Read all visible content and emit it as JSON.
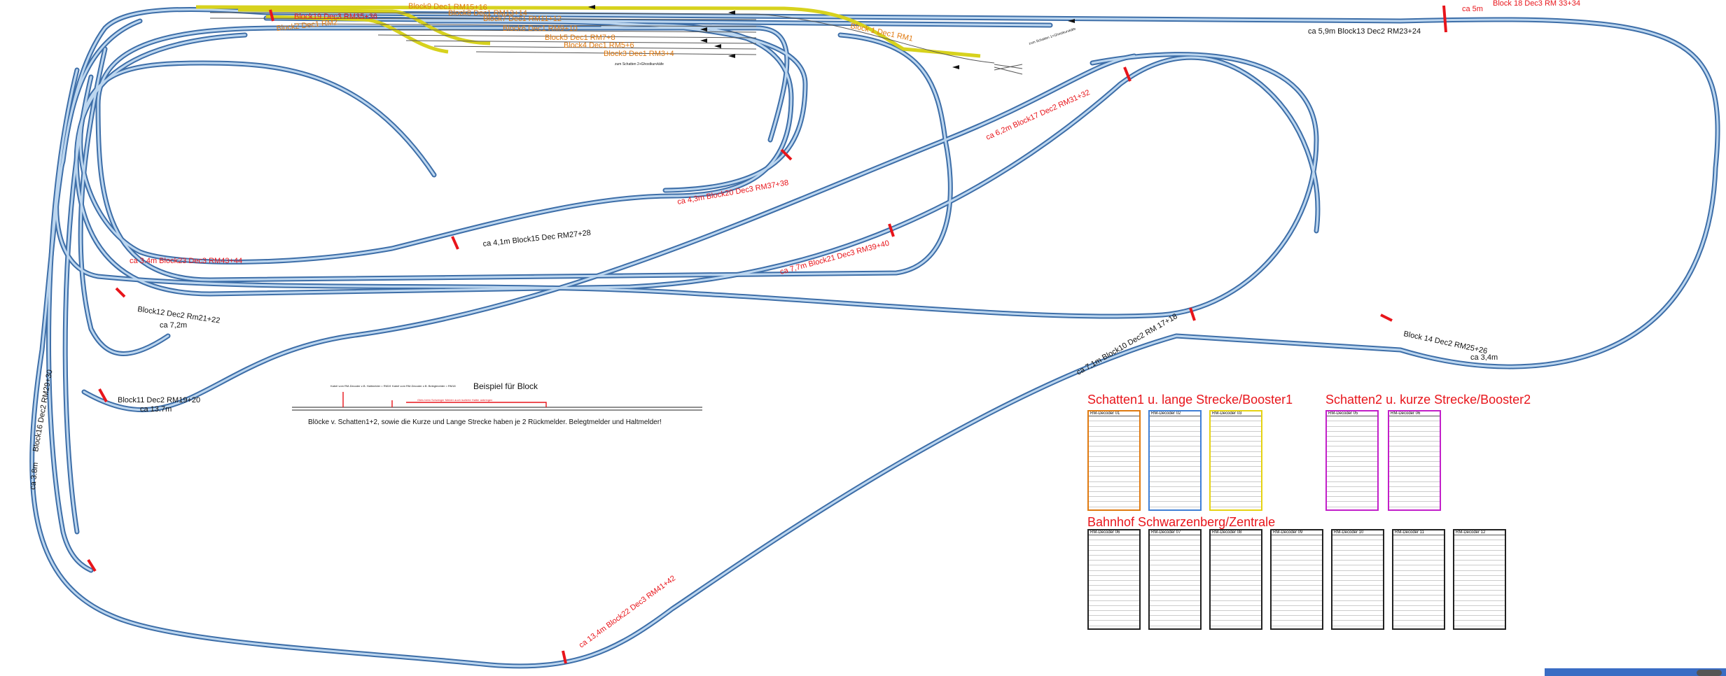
{
  "diagram": {
    "block_labels": [
      {
        "id": "b9",
        "text": "Block9 Dec1 RM15+16"
      },
      {
        "id": "b8",
        "text": "Block8 Dec1 RM13+14"
      },
      {
        "id": "b7",
        "text": "Block7 Dec1 RM11+12"
      },
      {
        "id": "b19",
        "text": "Block19 Dec3 RM35+36"
      },
      {
        "id": "b6",
        "text": "Block6 Dec1 RM9+10"
      },
      {
        "id": "b5",
        "text": "Block5 Dec1 RM7+8"
      },
      {
        "id": "b4",
        "text": "Block4 Dec1 RM5+6"
      },
      {
        "id": "b3",
        "text": "Block3 Dec1 RM3+4"
      },
      {
        "id": "b2",
        "text": "Block2 Dec1 RM2"
      },
      {
        "id": "b1",
        "text": "Block 1 Dec1 RM1"
      },
      {
        "id": "b18",
        "text": "Block 18 Dec3 RM 33+34"
      },
      {
        "id": "b13",
        "text": "ca 5,9m  Block13 Dec2 RM23+24"
      },
      {
        "id": "b17",
        "text": "ca 6,2m  Block17 Dec2 RM31+32"
      },
      {
        "id": "b20",
        "text": "ca 4,3m   Block20 Dec3 RM37+38"
      },
      {
        "id": "b15",
        "text": "ca 4,1m   Block15 Dec RM27+28"
      },
      {
        "id": "b21",
        "text": "ca 7,7m  Block21 Dec3 RM39+40"
      },
      {
        "id": "b23",
        "text": "ca 3.4m   Block23 Dec3 RM43+44"
      },
      {
        "id": "b12",
        "text": "Block12 Dec2 Rm21+22"
      },
      {
        "id": "b12len",
        "text": "ca 7,2m"
      },
      {
        "id": "b11",
        "text": "Block11 Dec2 RM19+20"
      },
      {
        "id": "b11len",
        "text": "ca 13.7m"
      },
      {
        "id": "b16",
        "text": "Block16 Dec2 RM29+30"
      },
      {
        "id": "b16len",
        "text": "ca 3.8m"
      },
      {
        "id": "b14",
        "text": "Block 14 Dec2 RM25+26"
      },
      {
        "id": "b14len",
        "text": "ca 3,4m"
      },
      {
        "id": "b10",
        "text": "ca 7,1m Block10 Dec2 RM 17+18"
      },
      {
        "id": "b22",
        "text": "ca 13,4m   Block22 Dec3 RM41+42"
      },
      {
        "id": "b18len",
        "text": "ca 5m"
      }
    ],
    "small_notes": [
      "zum Schatten 2+Ghostkurvkäfe",
      "zum Schatten 1+Ghostkurvkäfe"
    ],
    "example": {
      "title": "Beispiel für Block",
      "note": "Blöcke v. Schatten1+2, sowie die Kurze und Lange Strecke haben je 2 Rückmelder. Belegtmelder und Haltmelder!",
      "small1": "Kabel vom RM-Decoder\nz.B. Haltmelder = RM19",
      "small2": "Kabel vom RM-Decoder\nz.B. Belegtmelder = RM18",
      "small3": "Gleis beim Schwinger Melder auch isolierte Halter anbringen"
    }
  },
  "section_titles": {
    "schatten1": "Schatten1 u. lange Strecke/Booster1",
    "schatten2": "Schatten2 u. kurze Strecke/Booster2",
    "bahnhof": "Bahnhof Schwarzenberg/Zentrale"
  },
  "tables": [
    {
      "title": "RM-Decoder 01",
      "border": "#e07a10"
    },
    {
      "title": "RM-Decoder 02",
      "border": "#3f7fd6"
    },
    {
      "title": "RM-Decoder 03",
      "border": "#e6d312"
    },
    {
      "title": "RM-Decoder 05",
      "border": "#c21fc9"
    },
    {
      "title": "RM-Decoder 06",
      "border": "#c21fc9"
    },
    {
      "title": "RM-Decoder 06",
      "border": "#222"
    },
    {
      "title": "RM-Decoder 07",
      "border": "#222"
    },
    {
      "title": "RM-Decoder 08",
      "border": "#222"
    },
    {
      "title": "RM-Decoder 09",
      "border": "#222"
    },
    {
      "title": "RM-Decoder 10",
      "border": "#222"
    },
    {
      "title": "RM-Decoder 11",
      "border": "#222"
    },
    {
      "title": "RM-Decoder 12",
      "border": "#222"
    }
  ],
  "colors": {
    "track_outer": "#3d6ea8",
    "track_inner": "#a9c8e8",
    "shadow_track": "#d7d21d",
    "block_red": "#e8151b",
    "orange": "#e07a10"
  }
}
